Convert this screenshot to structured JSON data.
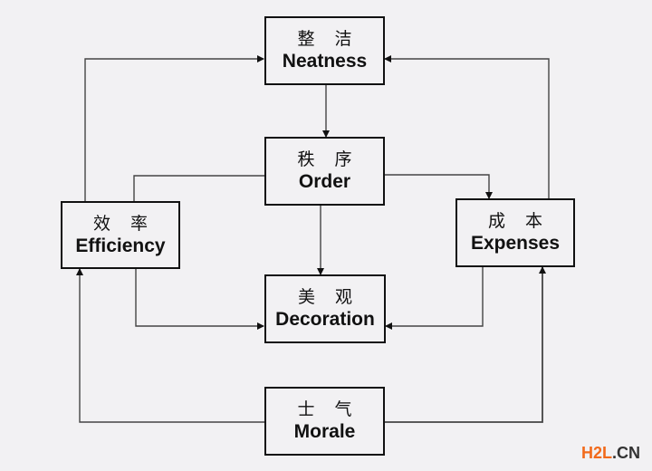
{
  "diagram": {
    "nodes": {
      "neatness": {
        "zh": "整洁",
        "en": "Neatness"
      },
      "order": {
        "zh": "秩序",
        "en": "Order"
      },
      "efficiency": {
        "zh": "效率",
        "en": "Efficiency"
      },
      "expenses": {
        "zh": "成本",
        "en": "Expenses"
      },
      "decoration": {
        "zh": "美观",
        "en": "Decoration"
      },
      "morale": {
        "zh": "士气",
        "en": "Morale"
      }
    },
    "edges": [
      {
        "from": "Neatness",
        "to": "Order"
      },
      {
        "from": "Order",
        "to": "Decoration"
      },
      {
        "from": "Order",
        "to": "Efficiency"
      },
      {
        "from": "Order",
        "to": "Expenses"
      },
      {
        "from": "Efficiency",
        "to": "Neatness"
      },
      {
        "from": "Expenses",
        "to": "Neatness"
      },
      {
        "from": "Efficiency",
        "to": "Decoration"
      },
      {
        "from": "Expenses",
        "to": "Decoration"
      },
      {
        "from": "Morale",
        "to": "Efficiency"
      },
      {
        "from": "Morale",
        "to": "Expenses"
      }
    ]
  },
  "watermark": {
    "part1": "H2L",
    "part2": ".CN",
    "color": "#f26a1b"
  }
}
